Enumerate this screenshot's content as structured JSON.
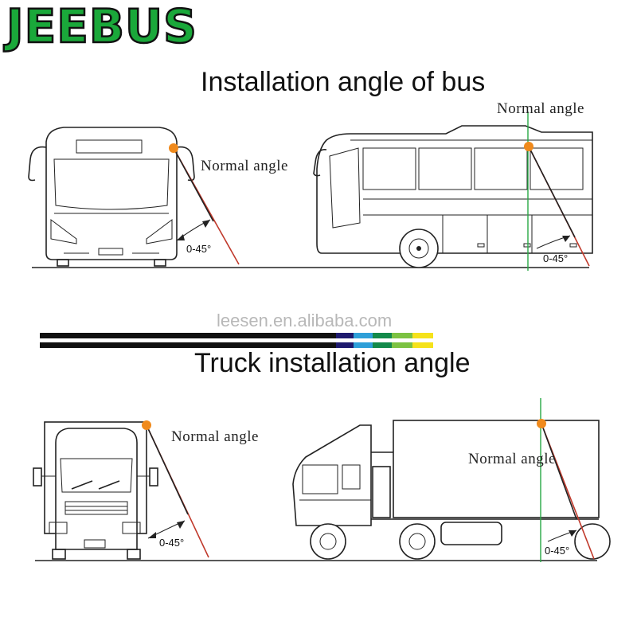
{
  "logo": "JEEBUS",
  "bus_section": {
    "title": "Installation angle of bus",
    "front_label": "Normal angle",
    "side_label": "Normal angle",
    "front_angle": "0-45°",
    "side_angle": "0-45°"
  },
  "watermark": "leesen.en.alibaba.com",
  "truck_section": {
    "title": "Truck installation angle",
    "front_label": "Normal angle",
    "side_label": "Normal angle",
    "front_angle": "0-45°",
    "side_angle": "0-45°"
  },
  "colors": {
    "logo_green": "#1aa83a",
    "camera_dot": "#f08a1c",
    "ray": "#c0392b",
    "vertical_line": "#27a844",
    "divider_stripes": [
      "#1e1a6e",
      "#2e9fd8",
      "#138a4a",
      "#7cc242",
      "#f5e21b"
    ]
  }
}
